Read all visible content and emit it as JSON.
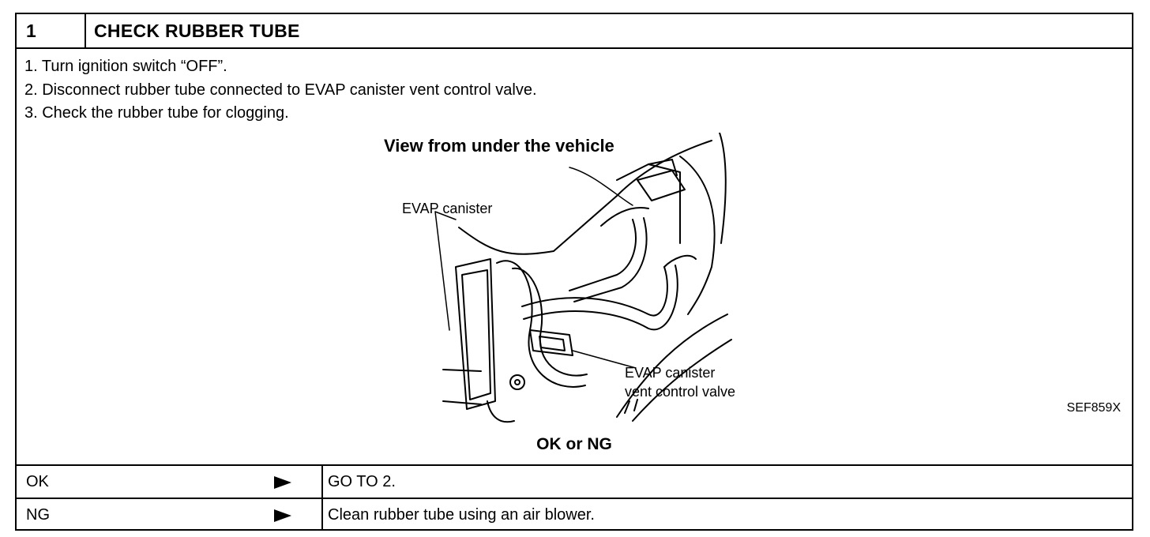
{
  "step": {
    "number": "1",
    "title": "CHECK RUBBER TUBE"
  },
  "instructions": [
    "1.  Turn ignition switch “OFF”.",
    "2.  Disconnect rubber tube connected to EVAP canister vent control valve.",
    "3.  Check the rubber tube for clogging."
  ],
  "figure": {
    "title": "View from under the vehicle",
    "label_canister": "EVAP canister",
    "label_valve_line1": "EVAP canister",
    "label_valve_line2": "vent control valve",
    "code": "SEF859X",
    "icons": [
      "evap-canister-illustration",
      "vent-control-valve-illustration",
      "rubber-tube-illustration"
    ]
  },
  "result_heading": "OK or NG",
  "results": [
    {
      "condition": "OK",
      "action": "GO TO 2."
    },
    {
      "condition": "NG",
      "action": "Clean rubber tube using an air blower."
    }
  ]
}
